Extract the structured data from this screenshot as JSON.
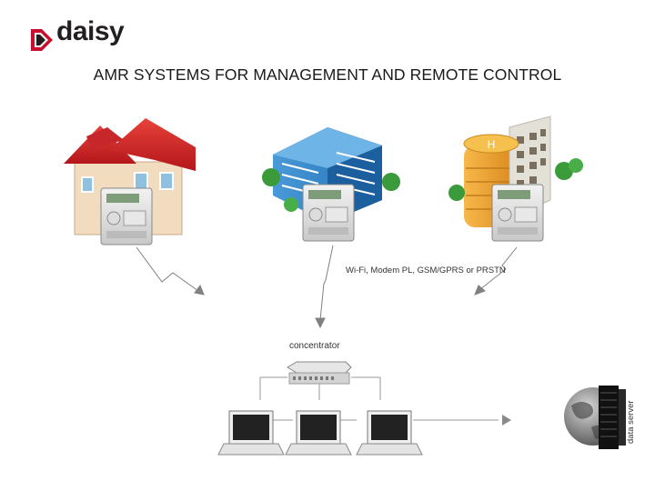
{
  "brand": {
    "name": "daisy",
    "accent": "#c8102e"
  },
  "title": "AMR SYSTEMS FOR MANAGEMENT AND REMOTE CONTROL",
  "labels": {
    "connection": "Wi-Fi, Modem PL, GSM/GPRS or PRSTN",
    "concentrator": "concentrator",
    "server": "data server"
  },
  "icons": [
    "house-icon",
    "office-building-icon",
    "hotel-building-icon",
    "meter-icon",
    "concentrator-icon",
    "laptop-icon",
    "globe-icon",
    "server-rack-icon",
    "lightning-arrow-icon"
  ]
}
